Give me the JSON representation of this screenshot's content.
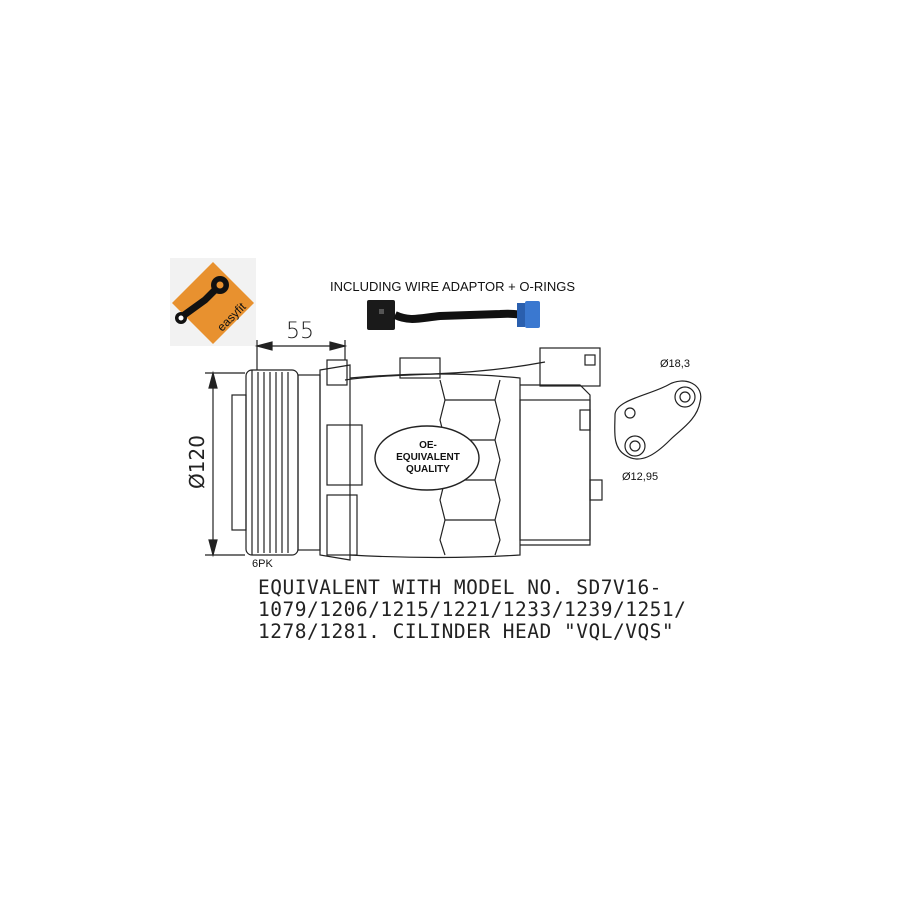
{
  "logo": {
    "text": "easyfit",
    "color": "#e8912f"
  },
  "caption": "INCLUDING WIRE ADAPTOR + O-RINGS",
  "dimensions": {
    "length": "55",
    "diameter": "Ø120",
    "belt": "6PK",
    "oring_large": "Ø18,3",
    "oring_small": "Ø12,95"
  },
  "badge": {
    "line1": "OE-",
    "line2": "EQUIVALENT",
    "line3": "QUALITY"
  },
  "equivalence": {
    "line1": "EQUIVALENT WITH MODEL NO. SD7V16-",
    "line2": "1079/1206/1215/1221/1233/1239/1251/",
    "line3": "1278/1281. CILINDER HEAD \"VQL/VQS\""
  },
  "colors": {
    "connector_blue": "#3a78d0",
    "line": "#222222"
  }
}
